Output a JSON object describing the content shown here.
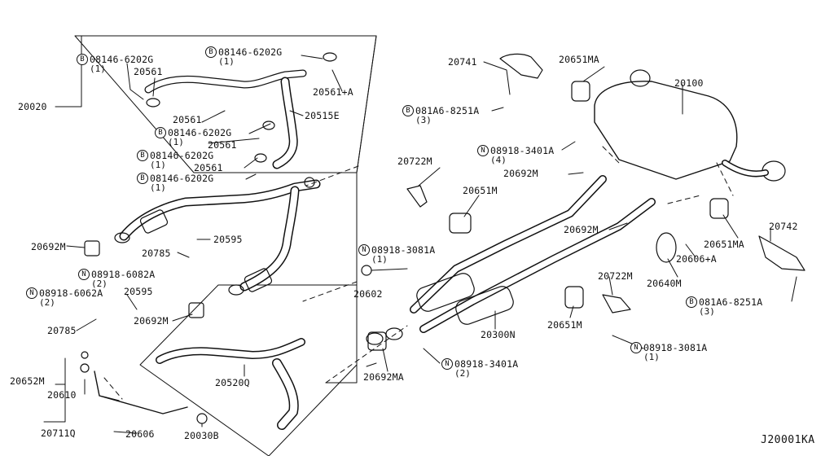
{
  "diagram_code": "J20001KA",
  "labels": {
    "p20020": "20020",
    "p20561_a": "20561",
    "p20561_b": "20561",
    "p20561_c": "20561",
    "p20561_d": "20561",
    "p20561_plus_a": "20561+A",
    "p20515e": "20515E",
    "p20692m_left": "20692M",
    "p20595_a": "20595",
    "p20785_a": "20785",
    "p20595_b": "20595",
    "p20785_b": "20785",
    "p20692m_center": "20692M",
    "p20602": "20602",
    "p20520q": "20520Q",
    "p20652m": "20652M",
    "p20610": "20610",
    "p20711q": "20711Q",
    "p20606": "20606",
    "p20030b": "20030B",
    "p20741": "20741",
    "p20651ma_top": "20651MA",
    "p20100": "20100",
    "p20722m_left": "20722M",
    "p20651m_left": "20651M",
    "p20692m_upper": "20692M",
    "p20692m_mid": "20692M",
    "p20742": "20742",
    "p20651ma_right": "20651MA",
    "p20606_plus_a": "20606+A",
    "p20640m": "20640M",
    "p20722m_right": "20722M",
    "p20651m_right": "20651M",
    "p20300n": "20300N",
    "p20692ma": "20692MA"
  },
  "bolts": {
    "b1": {
      "symbol": "B",
      "code": "08146-6202G",
      "qty": "(1)"
    },
    "b2": {
      "symbol": "B",
      "code": "08146-6202G",
      "qty": "(1)"
    },
    "b3": {
      "symbol": "B",
      "code": "08146-6202G",
      "qty": "(1)"
    },
    "b4": {
      "symbol": "B",
      "code": "08146-6202G",
      "qty": "(1)"
    },
    "b5": {
      "symbol": "B",
      "code": "08146-6202G",
      "qty": "(1)"
    },
    "b6": {
      "symbol": "B",
      "code": "081A6-8251A",
      "qty": "(3)"
    },
    "b7": {
      "symbol": "B",
      "code": "081A6-8251A",
      "qty": "(3)"
    }
  },
  "nuts": {
    "n1": {
      "symbol": "N",
      "code": "08918-6082A",
      "qty": "(2)"
    },
    "n2": {
      "symbol": "N",
      "code": "08918-6062A",
      "qty": "(2)"
    },
    "n3": {
      "symbol": "N",
      "code": "08918-3081A",
      "qty": "(1)"
    },
    "n4": {
      "symbol": "N",
      "code": "08918-3401A",
      "qty": "(4)"
    },
    "n5": {
      "symbol": "N",
      "code": "08918-3081A",
      "qty": "(1)"
    },
    "n6": {
      "symbol": "N",
      "code": "08918-3401A",
      "qty": "(2)"
    }
  }
}
